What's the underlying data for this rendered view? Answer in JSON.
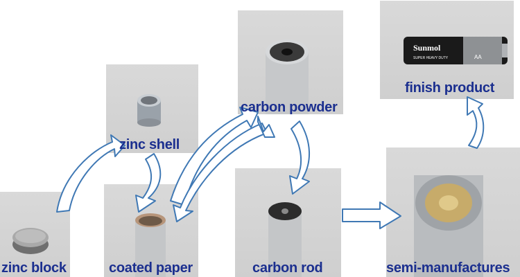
{
  "steps": {
    "zinc_block": "zinc block",
    "zinc_shell": "zinc shell",
    "coated_paper": "coated paper",
    "carbon_powder": "carbon powder",
    "carbon_rod": "carbon rod",
    "semi_manufactures": "semi-manufactures",
    "finish_product": "finish product"
  },
  "battery": {
    "brand": "Sunmol",
    "tagline": "SUPER HEAVY DUTY",
    "size": "AA"
  },
  "colors": {
    "label": "#1b2f8f",
    "arrow_fill": "#ffffff",
    "arrow_stroke": "#3f78b4",
    "photo_bg": "#d4d4d4"
  }
}
